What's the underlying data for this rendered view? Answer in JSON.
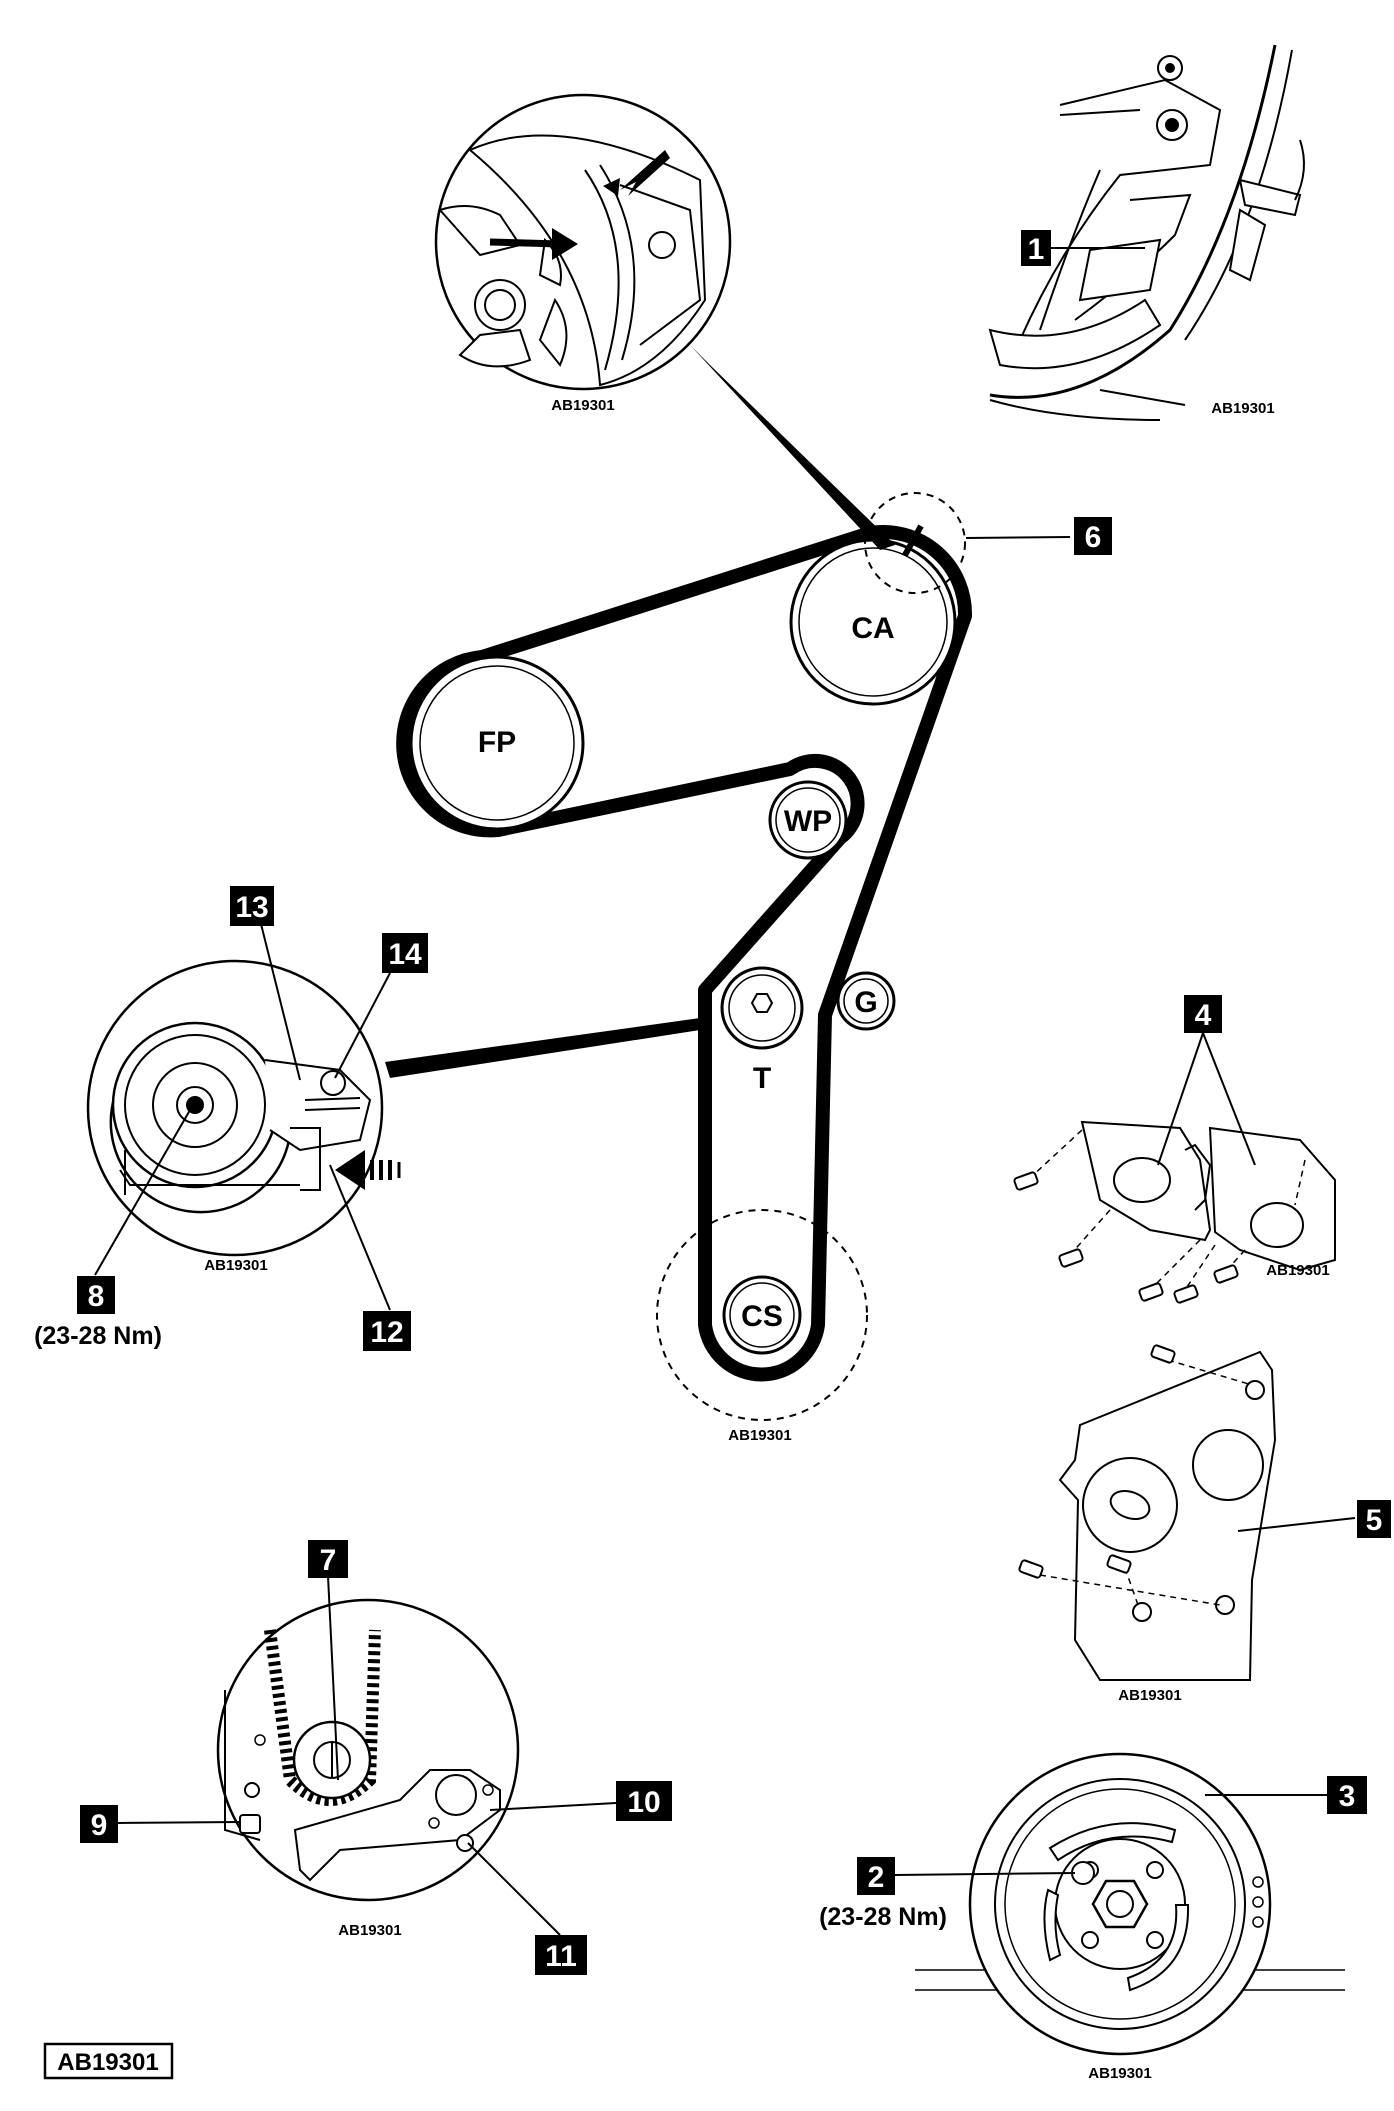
{
  "figure_ref": "AB19301",
  "small_refs": {
    "top_detail": "AB19301",
    "item1_detail": "AB19301",
    "tensioner_detail": "AB19301",
    "crank_detail": "AB19301",
    "cover4_detail": "AB19301",
    "cover5_detail": "AB19301",
    "lock_detail": "AB19301",
    "damper_detail": "AB19301"
  },
  "pulleys": {
    "ca": "CA",
    "fp": "FP",
    "wp": "WP",
    "g": "G",
    "t": "T",
    "cs": "CS"
  },
  "callouts": {
    "c1": "1",
    "c2": "2",
    "c3": "3",
    "c4": "4",
    "c5": "5",
    "c6": "6",
    "c7": "7",
    "c8": "8",
    "c9": "9",
    "c10": "10",
    "c11": "11",
    "c12": "12",
    "c13": "13",
    "c14": "14"
  },
  "torques": {
    "t8": "(23-28 Nm)",
    "t2": "(23-28 Nm)"
  }
}
